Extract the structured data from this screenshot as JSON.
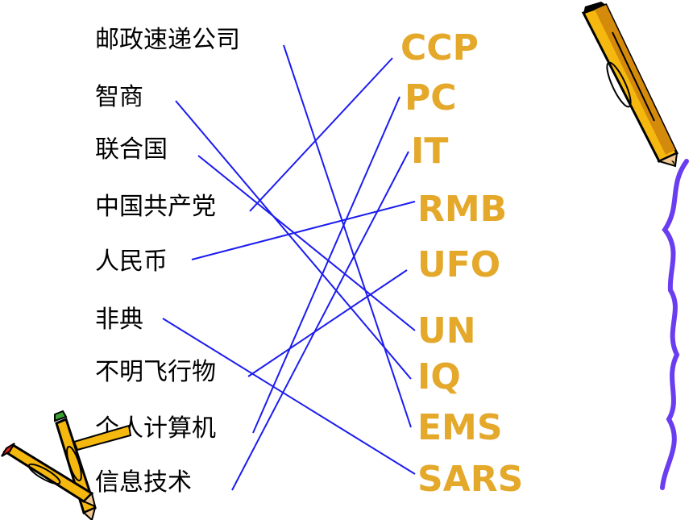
{
  "left_terms": [
    "邮政速递公司",
    "智商",
    "联合国",
    "中国共产党",
    "人民币",
    "非典",
    "不明飞行物",
    "个人计算机",
    "信息技术"
  ],
  "right_terms": [
    "CCP",
    "PC",
    "IT",
    "RMB",
    "UFO",
    "UN",
    "IQ",
    "EMS",
    "SARS"
  ],
  "matches": [
    {
      "left": "邮政速递公司",
      "right": "EMS"
    },
    {
      "left": "智商",
      "right": "IQ"
    },
    {
      "left": "联合国",
      "right": "UN"
    },
    {
      "left": "中国共产党",
      "right": "CCP"
    },
    {
      "left": "人民币",
      "right": "RMB"
    },
    {
      "left": "非典",
      "right": "SARS"
    },
    {
      "left": "不明飞行物",
      "right": "UFO"
    },
    {
      "left": "个人计算机",
      "right": "PC"
    },
    {
      "left": "信息技术",
      "right": "IT"
    }
  ],
  "colors": {
    "line": "#1c1cf0",
    "right_text": "#e4a82a",
    "left_text": "#000000",
    "pencil_body": "#f5b80f",
    "squiggle": "#6a3df0"
  },
  "decorations": [
    "pencil-icon",
    "squiggle-line",
    "crossed-pencils-icon"
  ]
}
